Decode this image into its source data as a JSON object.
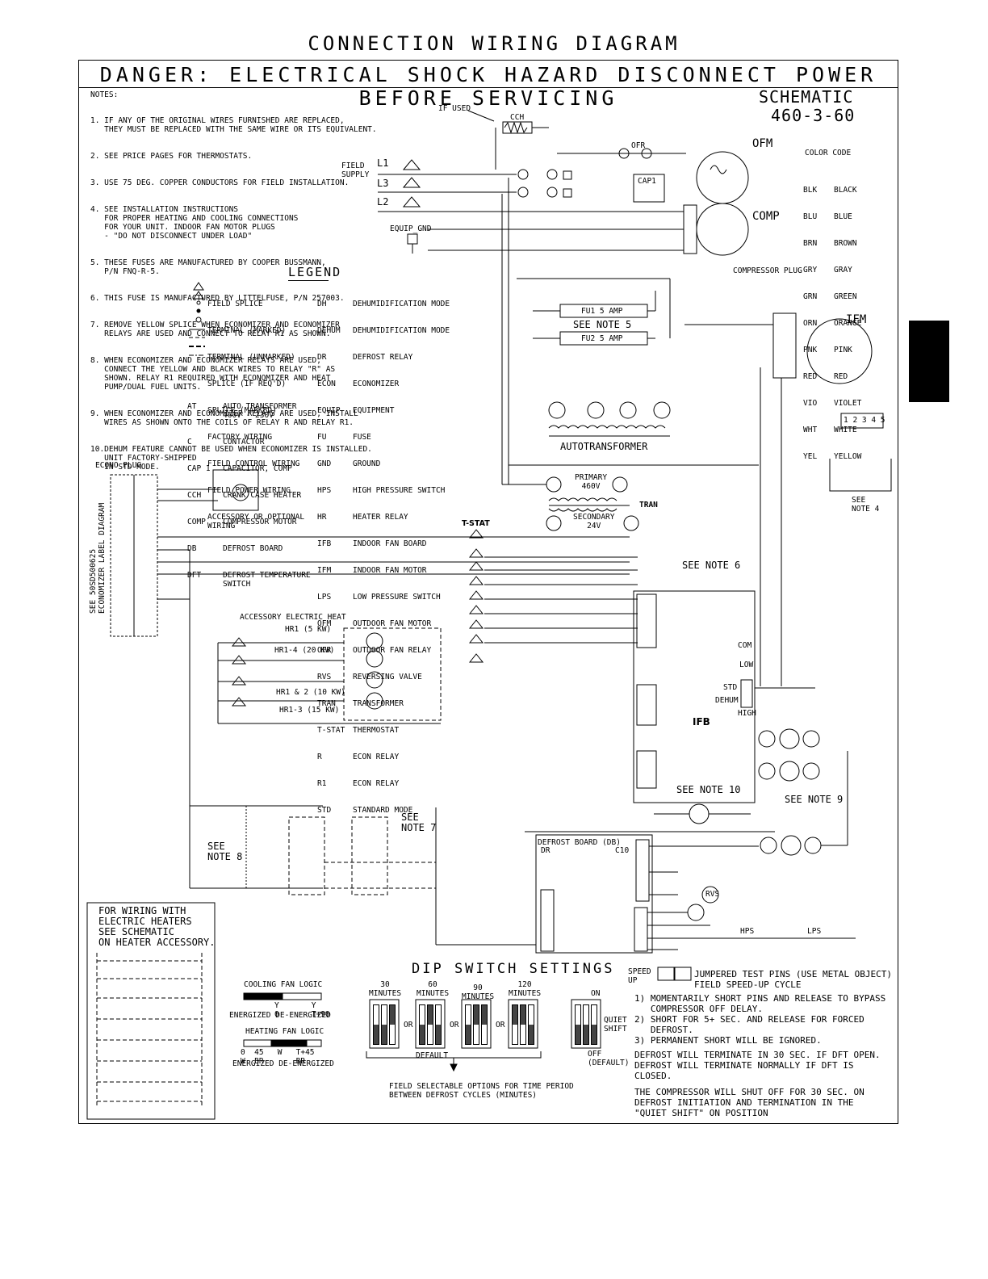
{
  "title": "CONNECTION WIRING DIAGRAM",
  "danger": "DANGER: ELECTRICAL SHOCK HAZARD DISCONNECT POWER BEFORE SERVICING",
  "schematic": {
    "label": "SCHEMATIC",
    "voltage": "460-3-60"
  },
  "notes_heading": "NOTES:",
  "notes": [
    "1. IF ANY OF THE ORIGINAL WIRES FURNISHED ARE REPLACED,\n   THEY MUST BE REPLACED WITH THE SAME WIRE OR ITS EQUIVALENT.",
    "2. SEE PRICE PAGES FOR THERMOSTATS.",
    "3. USE 75 DEG. COPPER CONDUCTORS FOR FIELD INSTALLATION.",
    "4. SEE INSTALLATION INSTRUCTIONS\n   FOR PROPER HEATING AND COOLING CONNECTIONS\n   FOR YOUR UNIT. INDOOR FAN MOTOR PLUGS\n   - \"DO NOT DISCONNECT UNDER LOAD\"",
    "5. THESE FUSES ARE MANUFACTURED BY COOPER BUSSMANN,\n   P/N FNQ-R-5.",
    "6. THIS FUSE IS MANUFACTURED BY LITTELFUSE, P/N 257003.",
    "7. REMOVE YELLOW SPLICE WHEN ECONOMIZER AND ECONOMIZER\n   RELAYS ARE USED AND CONNECT TO RELAY R1 AS SHOWN.",
    "8. WHEN ECONOMIZER AND ECONOMIZER RELAYS ARE USED,\n   CONNECT THE YELLOW AND BLACK WIRES TO RELAY \"R\" AS\n   SHOWN. RELAY R1 REQUIRED WITH ECONOMIZER AND HEAT\n   PUMP/DUAL FUEL UNITS.",
    "9. WHEN ECONOMIZER AND ECONOMIZER RELAYS ARE USED, INSTALL\n   WIRES AS SHOWN ONTO THE COILS OF RELAY R AND RELAY R1.",
    "10.DEHUM FEATURE CANNOT BE USED WHEN ECONOMIZER IS INSTALLED.\n   UNIT FACTORY-SHIPPED\n   IN STD MODE."
  ],
  "legend": {
    "heading": "LEGEND",
    "symbols": [
      "FIELD SPLICE",
      "TERMINAL (MARKED)",
      "TERMINAL (UNMARKED)",
      "SPLICE (IF REQ'D)",
      "SPLICE (MARKED)",
      "FACTORY WIRING",
      "FIELD CONTROL WIRING",
      "FIELD POWER WIRING",
      "ACCESSORY OR OPTIONAL\nWIRING"
    ],
    "abbrev_left": [
      [
        "AT",
        "AUTO TRANSFORMER\n460V - 230V"
      ],
      [
        "C",
        "CONTACTOR"
      ],
      [
        "CAP 1",
        "CAPACITOR, COMP"
      ],
      [
        "CCH",
        "CRANK CASE HEATER"
      ],
      [
        "COMP",
        "COMPRESSOR MOTOR"
      ],
      [
        "DB",
        "DEFROST BOARD"
      ],
      [
        "DFT",
        "DEFROST TEMPERATURE\nSWITCH"
      ]
    ],
    "abbrev_right": [
      [
        "DH",
        "DEHUMIDIFICATION MODE"
      ],
      [
        "DEHUM",
        "DEHUMIDIFICATION MODE"
      ],
      [
        "DR",
        "DEFROST RELAY"
      ],
      [
        "ECON",
        "ECONOMIZER"
      ],
      [
        "EQUIP",
        "EQUIPMENT"
      ],
      [
        "FU",
        "FUSE"
      ],
      [
        "GND",
        "GROUND"
      ],
      [
        "HPS",
        "HIGH PRESSURE SWITCH"
      ],
      [
        "HR",
        "HEATER RELAY"
      ],
      [
        "IFB",
        "INDOOR FAN BOARD"
      ],
      [
        "IFM",
        "INDOOR FAN MOTOR"
      ],
      [
        "LPS",
        "LOW PRESSURE SWITCH"
      ],
      [
        "OFM",
        "OUTDOOR FAN MOTOR"
      ],
      [
        "OFR",
        "OUTDOOR FAN RELAY"
      ],
      [
        "RVS",
        "REVERSING VALVE"
      ],
      [
        "TRAN",
        "TRANSFORMER"
      ],
      [
        "T-STAT",
        "THERMOSTAT"
      ],
      [
        "R",
        "ECON RELAY"
      ],
      [
        "R1",
        "ECON RELAY"
      ],
      [
        "STD",
        "STANDARD MODE"
      ]
    ]
  },
  "color_code": {
    "heading": "COLOR CODE",
    "items": [
      [
        "BLK",
        "BLACK"
      ],
      [
        "BLU",
        "BLUE"
      ],
      [
        "BRN",
        "BROWN"
      ],
      [
        "GRY",
        "GRAY"
      ],
      [
        "GRN",
        "GREEN"
      ],
      [
        "ORN",
        "ORANGE"
      ],
      [
        "PNK",
        "PINK"
      ],
      [
        "RED",
        "RED"
      ],
      [
        "VIO",
        "VIOLET"
      ],
      [
        "WHT",
        "WHITE"
      ],
      [
        "YEL",
        "YELLOW"
      ]
    ]
  },
  "components": {
    "if_used": "IF USED",
    "cch": "CCH",
    "field_supply": "FIELD\nSUPPLY",
    "l1": "L1",
    "l2": "L2",
    "l3": "L3",
    "equip_gnd": "EQUIP_GND",
    "ofm": "OFM",
    "comp": "COMP",
    "ifm": "IFM",
    "ofr": "OFR",
    "cap1": "CAP1",
    "compressor_plug": "COMPRESSOR PLUG",
    "fu1": "FU1 5 AMP",
    "fu2": "FU2 5 AMP",
    "see_note5": "SEE NOTE 5",
    "autotransformer": "AUTOTRANSFORMER",
    "primary": "PRIMARY\n460V",
    "secondary": "SECONDARY\n24V",
    "tran": "TRAN",
    "tstat": "T-STAT",
    "see_note6": "SEE NOTE 6",
    "ifb": "IFB",
    "econo_plug": "ECONO PLUG",
    "econ_side": "SEE 50SD500625\nECONOMIZER LABEL DIAGRAM",
    "accessory_heat": "ACCESSORY ELECTRIC HEAT",
    "hr_labels": [
      "HR1 (5 KW)",
      "HR1-4 (20 KW)",
      "HR1 & 2 (10 KW)",
      "HR1-3 (15 KW)"
    ],
    "see_note10": "SEE NOTE 10",
    "see_note9": "SEE NOTE 9",
    "see_note8": "SEE\nNOTE 8",
    "see_note7": "SEE\nNOTE 7",
    "see_note4": "SEE\nNOTE 4",
    "defrost_board": "DEFROST BOARD (DB)",
    "c10": "C10",
    "dr": "DR",
    "std": "STD",
    "dehum": "DEHUM",
    "high": "HIGH",
    "low": "LOW",
    "com": "COM",
    "hps": "HPS",
    "lps": "LPS",
    "rvs": "RVS",
    "plug_pins": "1 2 3 4 5"
  },
  "heater_box": "FOR WIRING WITH\nELECTRIC HEATERS\nSEE SCHEMATIC\nON HEATER ACCESSORY.",
  "fan_logic": {
    "cooling": "COOLING FAN LOGIC",
    "cooling_scale": "Y       Y\n0       T+90",
    "cooling_states": "ENERGIZED DE-ENERGIZED",
    "heating": "HEATING FAN LOGIC",
    "heating_scale": "0  45   W   T+45\nW  BR       BR",
    "heating_states": "ENERGIZED DE-ENERGIZED"
  },
  "dip": {
    "heading": "DIP SWITCH SETTINGS",
    "options": [
      "30\nMINUTES",
      "60\nMINUTES",
      "90\nMINUTES",
      "120\nMINUTES"
    ],
    "or": "OR",
    "default": "DEFAULT",
    "footer": "FIELD SELECTABLE OPTIONS FOR TIME PERIOD\nBETWEEN DEFROST CYCLES (MINUTES)",
    "quiet_on": "ON",
    "quiet_shift": "QUIET\nSHIFT",
    "quiet_off": "OFF\n(DEFAULT)"
  },
  "speed_up": {
    "label": "SPEED\nUP",
    "jumpered": "JUMPERED TEST PINS (USE METAL OBJECT)\nFIELD SPEED-UP CYCLE",
    "steps": "1) MOMENTARILY SHORT PINS AND RELEASE TO BYPASS\n   COMPRESSOR OFF DELAY.\n2) SHORT FOR 5+ SEC. AND RELEASE FOR FORCED\n   DEFROST.\n3) PERMANENT SHORT WILL BE IGNORED.",
    "defrost_note": "DEFROST WILL TERMINATE IN 30 SEC. IF DFT OPEN.\nDEFROST WILL TERMINATE NORMALLY IF DFT IS\nCLOSED.",
    "compressor_note": "THE COMPRESSOR WILL SHUT OFF FOR 30 SEC. ON\nDEFROST INITIATION AND TERMINATION IN THE\n\"QUIET SHIFT\" ON POSITION"
  }
}
